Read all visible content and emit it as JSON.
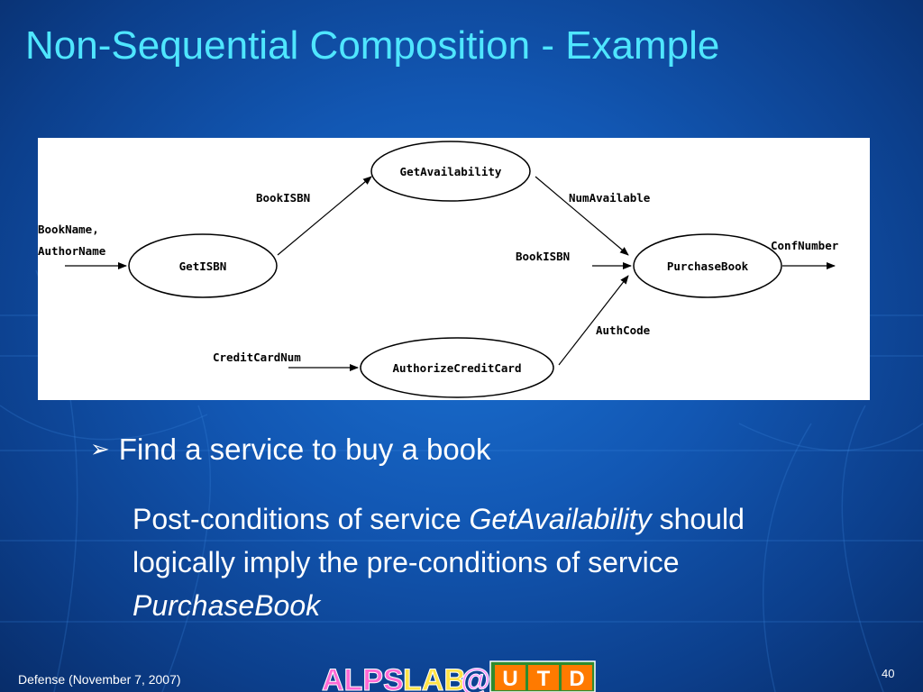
{
  "slide": {
    "title": "Non-Sequential Composition - Example",
    "bullet": "Find a service to buy a book",
    "body_part1": "Post-conditions of service ",
    "body_em1": "GetAvailability",
    "body_part2": " should logically imply the pre-conditions of service ",
    "body_em2": "PurchaseBook",
    "footer": "Defense (November 7, 2007)",
    "page_number": "40"
  },
  "diagram": {
    "nodes": {
      "get_isbn": "GetISBN",
      "get_availability": "GetAvailability",
      "purchase_book": "PurchaseBook",
      "authorize_credit_card": "AuthorizeCreditCard"
    },
    "edge_labels": {
      "input_bookname": "BookName,",
      "input_authorname": "AuthorName",
      "isbn_to_availability": "BookISBN",
      "availability_to_purchase": "NumAvailable",
      "input_book_isbn": "BookISBN",
      "output_conf": "ConfNumber",
      "input_credit": "CreditCardNum",
      "auth_to_purchase": "AuthCode"
    }
  },
  "logo": {
    "text_alps": "ALPS",
    "text_lab": "LAB",
    "text_at": "@",
    "text_utd": [
      "U",
      "T",
      "D"
    ]
  }
}
